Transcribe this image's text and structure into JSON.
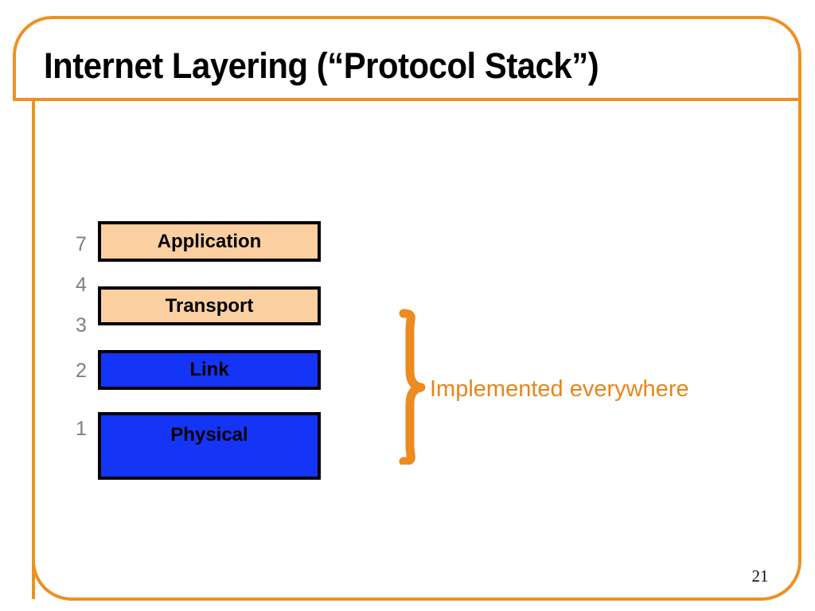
{
  "slide": {
    "title": "Internet Layering (“Protocol Stack”)",
    "page_number": "21",
    "frame_color": "#ed9121",
    "background_color": "#ffffff"
  },
  "stack": {
    "layers": [
      {
        "name": "Application",
        "numbers": [
          "7"
        ],
        "fill_color": "#fbcfa0",
        "border_color": "#000000",
        "text_color": "#000000"
      },
      {
        "name": "Transport",
        "numbers": [
          "4",
          "3"
        ],
        "fill_color": "#fbcfa0",
        "border_color": "#000000",
        "text_color": "#000000"
      },
      {
        "name": "Link",
        "numbers": [
          "2"
        ],
        "fill_color": "#1435f5",
        "border_color": "#000000",
        "text_color": "#000000"
      },
      {
        "name": "Physical",
        "numbers": [
          "1"
        ],
        "fill_color": "#1435f5",
        "border_color": "#000000",
        "text_color": "#000000"
      }
    ],
    "number_color": "#7f7f7f"
  },
  "annotation": {
    "brace_label": "Implemented everywhere",
    "brace_color": "#ed8b1f",
    "text_color": "#e8851a",
    "covers_layers": [
      "Link",
      "Physical"
    ]
  }
}
